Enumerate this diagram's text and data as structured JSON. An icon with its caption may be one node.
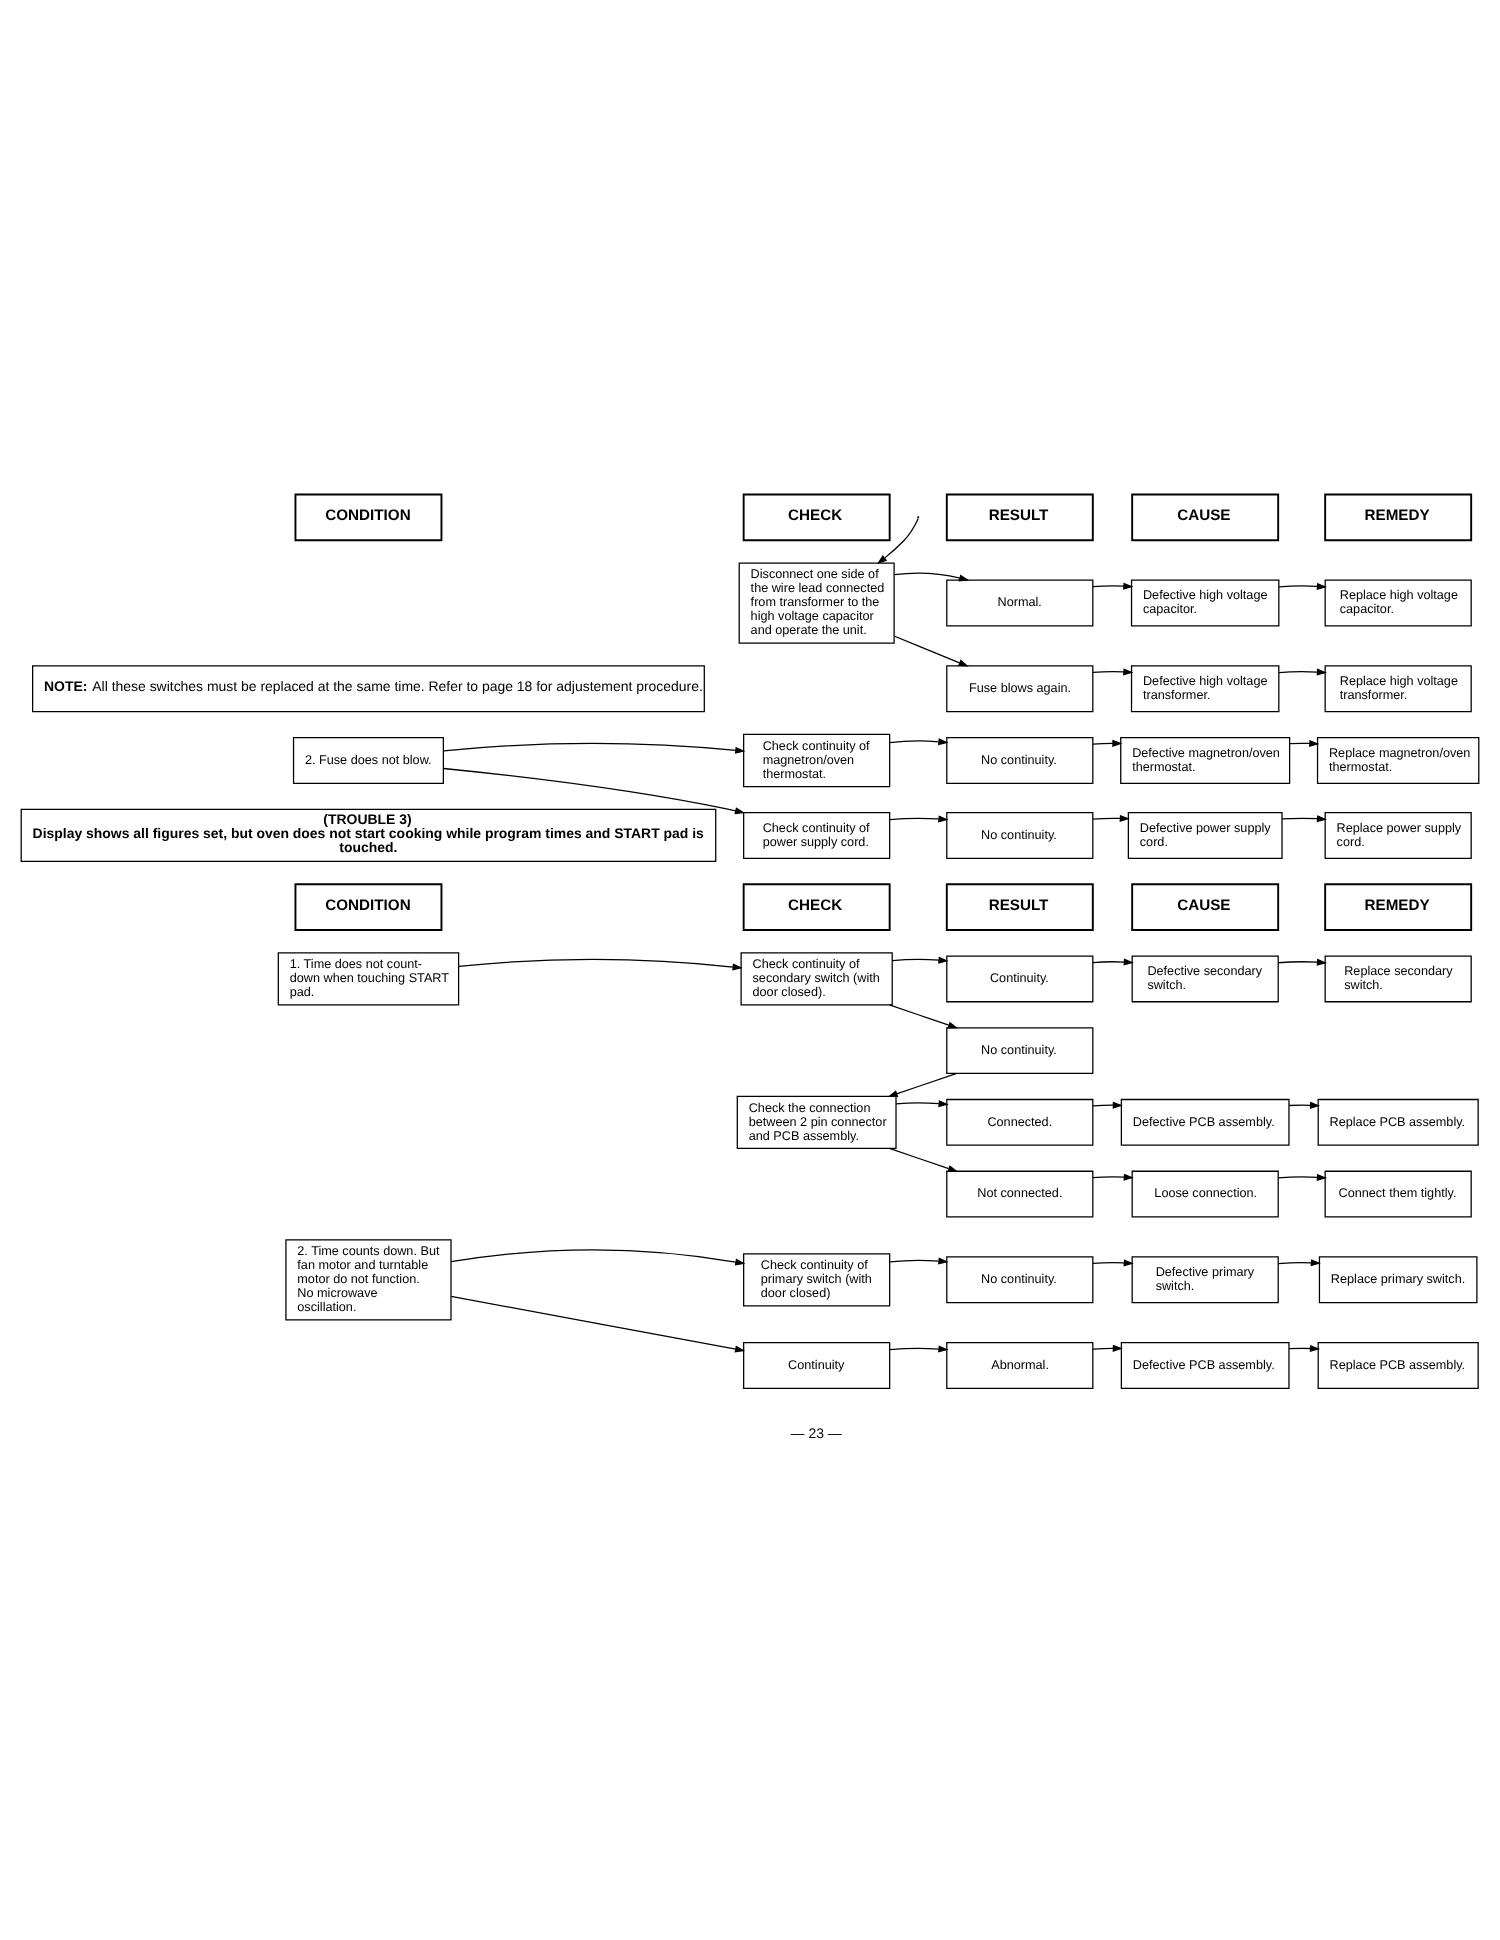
{
  "diagram": {
    "nodes": [
      {
        "text": [
          "CONDITION"
        ]
      },
      {
        "text": [
          "CHECK"
        ]
      },
      {
        "text": [
          "RESULT"
        ]
      },
      {
        "text": [
          "CAUSE"
        ]
      },
      {
        "text": [
          "REMEDY"
        ]
      },
      {
        "text": [
          "Disconnect one side of the wire lead connected from transformer to the high voltage capacitor and operate the unit."
        ]
      },
      {
        "text": [
          "Normal."
        ]
      },
      {
        "text": [
          "Defective high voltage capacitor."
        ]
      },
      {
        "text": [
          "Replace high voltage capacitor."
        ]
      },
      {
        "text": [
          "Fuse blows again."
        ]
      },
      {
        "text": [
          "Defective high voltage transformer."
        ]
      },
      {
        "text": [
          "Replace high voltage transformer."
        ]
      },
      {
        "text": [
          "**NOTE:** All these switches must be replaced at the same time. Refer to page 18 for adjustement procedure."
        ]
      },
      {
        "text": [
          "2. Fuse does not blow."
        ]
      },
      {
        "text": [
          "Check continuity of magnetron/oven thermostat."
        ]
      },
      {
        "text": [
          "No continuity."
        ]
      },
      {
        "text": [
          "Defective magnetron/oven thermostat."
        ]
      },
      {
        "text": [
          "Replace magnetron/oven thermostat."
        ]
      },
      {
        "text": [
          "Check continuity of power supply cord."
        ]
      },
      {
        "text": [
          "No continuity."
        ]
      },
      {
        "text": [
          "Defective power supply cord."
        ]
      },
      {
        "text": [
          "Replace power supply cord."
        ]
      },
      {
        "text": [
          "(TROUBLE 3)",
          "Display shows all figures set, but oven does not start cooking while program times and START pad is touched."
        ]
      },
      {
        "text": [
          "CONDITION"
        ]
      },
      {
        "text": [
          "CHECK"
        ]
      },
      {
        "text": [
          "RESULT"
        ]
      },
      {
        "text": [
          "CAUSE"
        ]
      },
      {
        "text": [
          "REMEDY"
        ]
      },
      {
        "text": [
          "1. Time does not count-down when touching START pad."
        ]
      },
      {
        "text": [
          "Check continuity of secondary switch (with door closed)."
        ]
      },
      {
        "text": [
          "Continuity."
        ]
      },
      {
        "text": [
          "Defective secondary switch."
        ]
      },
      {
        "text": [
          "Replace secondary switch."
        ]
      },
      {
        "text": [
          "No continuity."
        ]
      },
      {
        "text": [
          "Check the connection between 2 pin connector and PCB assembly."
        ]
      },
      {
        "text": [
          "Connected."
        ]
      },
      {
        "text": [
          "Defective PCB assembly."
        ]
      },
      {
        "text": [
          "Replace PCB assembly."
        ]
      },
      {
        "text": [
          "Not connected."
        ]
      },
      {
        "text": [
          "Loose connection."
        ]
      },
      {
        "text": [
          "Connect them tightly."
        ]
      },
      {
        "text": [
          "2. Time counts down. But fan motor and turntable motor do not function. No microwave oscillation."
        ]
      },
      {
        "text": [
          "Check continuity of primary switch (with door closed)"
        ]
      },
      {
        "text": [
          "No continuity."
        ]
      },
      {
        "text": [
          "Defective primary switch."
        ]
      },
      {
        "text": [
          "Replace primary switch."
        ]
      },
      {
        "text": [
          "Continuity"
        ]
      },
      {
        "text": [
          "Abnormal."
        ]
      },
      {
        "text": [
          "Defective PCB assembly."
        ]
      },
      {
        "text": [
          "Replace PCB assembly."
        ]
      }
    ],
    "edges": [
      {
        "from": null,
        "to": 5,
        "arrow": "to"
      },
      {
        "from": 5,
        "to": 6,
        "arrow": "to"
      },
      {
        "from": 5,
        "to": 9,
        "arrow": "to"
      },
      {
        "from": 6,
        "to": 7,
        "arrow": "to"
      },
      {
        "from": 7,
        "to": 8,
        "arrow": "to"
      },
      {
        "from": 9,
        "to": 10,
        "arrow": "to"
      },
      {
        "from": 10,
        "to": 11,
        "arrow": "to"
      },
      {
        "from": 13,
        "to": 14,
        "arrow": "to"
      },
      {
        "from": 13,
        "to": 18,
        "arrow": "to"
      },
      {
        "from": 14,
        "to": 15,
        "arrow": "to"
      },
      {
        "from": 15,
        "to": 16,
        "arrow": "to"
      },
      {
        "from": 16,
        "to": 17,
        "arrow": "to"
      },
      {
        "from": 18,
        "to": 19,
        "arrow": "to"
      },
      {
        "from": 19,
        "to": 20,
        "arrow": "to"
      },
      {
        "from": 20,
        "to": 21,
        "arrow": "to"
      },
      {
        "from": 28,
        "to": 29,
        "arrow": "to"
      },
      {
        "from": 29,
        "to": 30,
        "arrow": "to"
      },
      {
        "from": 29,
        "to": 33,
        "arrow": "to"
      },
      {
        "from": 30,
        "to": 31,
        "arrow": "to"
      },
      {
        "from": 31,
        "to": 32,
        "arrow": "to"
      },
      {
        "from": 33,
        "to": 34,
        "arrow": "to"
      },
      {
        "from": 34,
        "to": 35,
        "arrow": "to"
      },
      {
        "from": 34,
        "to": 38,
        "arrow": "to"
      },
      {
        "from": 35,
        "to": 36,
        "arrow": "to"
      },
      {
        "from": 36,
        "to": 37,
        "arrow": "to"
      },
      {
        "from": 38,
        "to": 39,
        "arrow": "to"
      },
      {
        "from": 39,
        "to": 40,
        "arrow": "to"
      },
      {
        "from": 41,
        "to": 42,
        "arrow": "to"
      },
      {
        "from": 41,
        "to": 46,
        "arrow": "to"
      },
      {
        "from": 42,
        "to": 43,
        "arrow": "to"
      },
      {
        "from": 43,
        "to": 44,
        "arrow": "to"
      },
      {
        "from": 44,
        "to": 45,
        "arrow": "to"
      },
      {
        "from": 46,
        "to": 47,
        "arrow": "to"
      },
      {
        "from": 47,
        "to": 48,
        "arrow": "to"
      },
      {
        "from": 48,
        "to": 49,
        "arrow": "to"
      }
    ],
    "labels": [
      "— 23 —"
    ]
  }
}
